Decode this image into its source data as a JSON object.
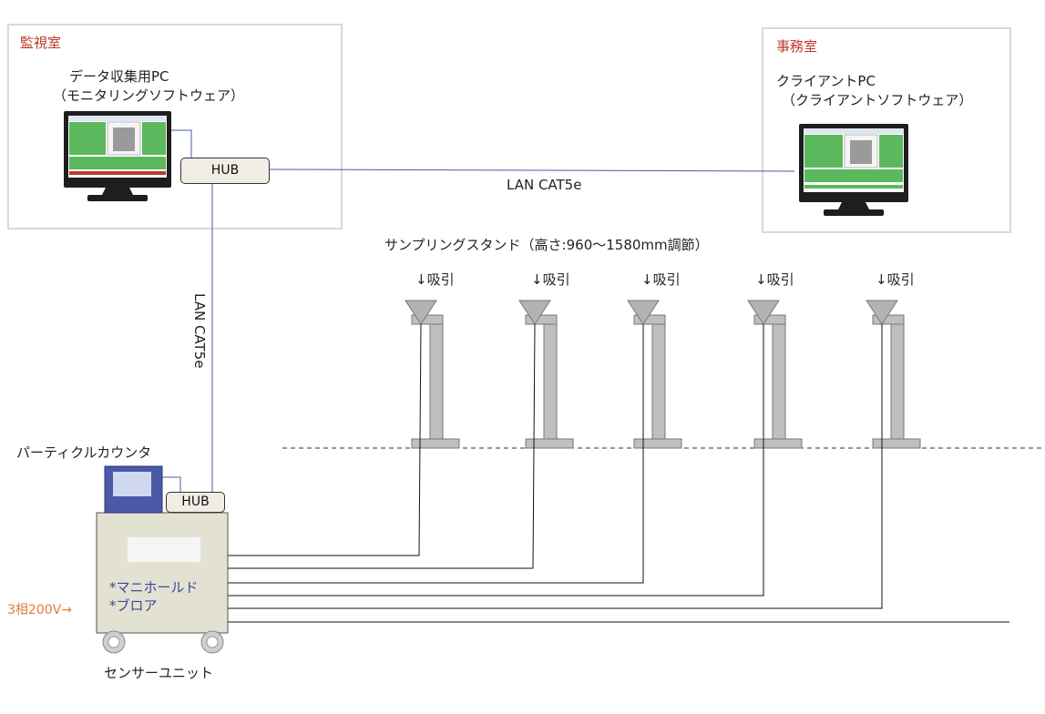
{
  "rooms": {
    "monitor": {
      "label": "監視室",
      "pc_line1": "データ収集用PC",
      "pc_line2": "（モニタリングソフトウェア）"
    },
    "office": {
      "label": "事務室",
      "pc_line1": "クライアントPC",
      "pc_line2": "（クライアントソフトウェア）"
    }
  },
  "hub_label": "HUB",
  "lan_label_horizontal": "LAN CAT5e",
  "lan_label_vertical": "LAN CAT5e",
  "sampling_stand_title": "サンプリングスタンド（高さ:960〜1580mm調節）",
  "suction_labels": [
    "↓吸引",
    "↓吸引",
    "↓吸引",
    "↓吸引",
    "↓吸引"
  ],
  "particle_counter_label": "パーティクルカウンタ",
  "sensor_unit": {
    "line1": "*マニホールド",
    "line2": "*ブロア",
    "caption": "センサーユニット"
  },
  "power_label": "3相200V→",
  "colors": {
    "room_label": "#c0392b",
    "power_label": "#e07b39",
    "unit_text": "#3a4a9a",
    "lan_line": "#4a5aa8",
    "stand_fill": "#bfbfbf",
    "screen_green": "#4caf50",
    "counter_blue": "#4a5aa8",
    "cabinet_fill": "#e3e1d2"
  },
  "icons": [
    "monitor-icon",
    "monitor-icon",
    "funnel-icon",
    "caster-wheel-icon"
  ]
}
